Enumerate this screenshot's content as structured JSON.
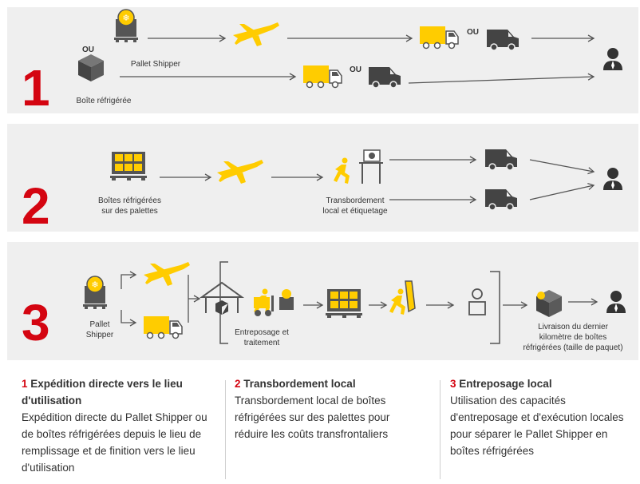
{
  "colors": {
    "panel": "#efefef",
    "accent": "#ffcc00",
    "red": "#d40511",
    "dark": "#333333",
    "line": "#555555"
  },
  "row1": {
    "number": "1",
    "ou_top": "OU",
    "ou_truck_top": "OU",
    "ou_truck_bottom": "OU",
    "pallet_label": "Pallet Shipper",
    "box_label": "Boîte réfrigérée"
  },
  "row2": {
    "number": "2",
    "left_label": [
      "Boîtes réfrigérées",
      "sur des palettes"
    ],
    "mid_label": [
      "Transbordement",
      "local et étiquetage"
    ]
  },
  "row3": {
    "number": "3",
    "pallet_label": [
      "Pallet",
      "Shipper"
    ],
    "warehouse_label": [
      "Entreposage et",
      "traitement"
    ],
    "delivery_label": [
      "Livraison du dernier",
      "kilomètre de boîtes",
      "réfrigérées (taille de paquet)"
    ]
  },
  "columns": [
    {
      "num": "1",
      "title": "Expédition directe vers le lieu d'utilisation",
      "body": "Expédition directe du Pallet Shipper ou de boîtes réfrigérées depuis le lieu de remplissage et de finition vers le lieu d'utilisation"
    },
    {
      "num": "2",
      "title": "Transbordement local",
      "body": "Transbordement local de boîtes réfrigérées sur des palettes pour réduire les coûts transfrontaliers"
    },
    {
      "num": "3",
      "title": "Entreposage local",
      "body": "Utilisation des capacités d'entreposage et d'exécution locales pour séparer le Pallet Shipper en boîtes réfrigérées"
    }
  ]
}
